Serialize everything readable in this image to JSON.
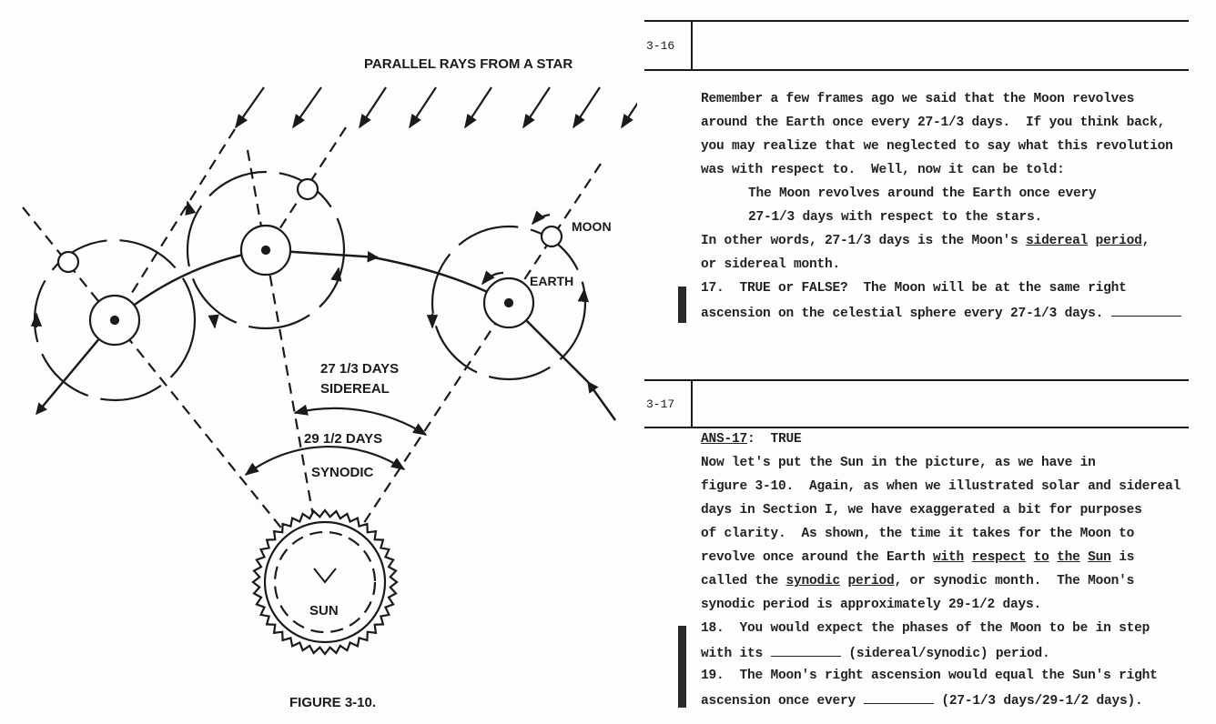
{
  "figure": {
    "title": "PARALLEL RAYS FROM A STAR",
    "moon_label": "MOON",
    "earth_label": "EARTH",
    "sidereal_days": "27 1/3 DAYS",
    "sidereal_label": "SIDEREAL",
    "synodic_days": "29 1/2 DAYS",
    "synodic_label": "SYNODIC",
    "sun_label": "SUN",
    "caption": "FIGURE 3-10."
  },
  "frames": [
    {
      "number": "3-16",
      "lines": [
        {
          "segs": [
            {
              "t": "Remember a few frames ago we said that the Moon revolves"
            }
          ]
        },
        {
          "segs": [
            {
              "t": "around the Earth once every 27-1/3 days.  If you think back,"
            }
          ]
        },
        {
          "segs": [
            {
              "t": "you may realize that we neglected to say what this revolution"
            }
          ]
        },
        {
          "segs": [
            {
              "t": "was with respect to.  Well, now it can be told:"
            }
          ]
        },
        {
          "indent": true,
          "segs": [
            {
              "t": "The Moon revolves around the Earth once every"
            }
          ]
        },
        {
          "indent": true,
          "segs": [
            {
              "t": "27-1/3 days with respect to the stars."
            }
          ]
        },
        {
          "segs": [
            {
              "t": "In other words, 27-1/3 days is the Moon's "
            },
            {
              "t": "sidereal",
              "u": true
            },
            {
              "t": " "
            },
            {
              "t": "period",
              "u": true
            },
            {
              "t": ","
            }
          ]
        },
        {
          "segs": [
            {
              "t": "or sidereal month."
            }
          ]
        },
        {
          "segs": [
            {
              "t": "17.  TRUE or FALSE?  The Moon will be at the same right"
            }
          ]
        },
        {
          "segs": [
            {
              "t": "ascension on the celestial sphere every 27-1/3 days. "
            },
            {
              "blank": 9
            }
          ]
        }
      ]
    },
    {
      "number": "3-17",
      "lines": [
        {
          "segs": [
            {
              "t": "ANS-17",
              "u": true
            },
            {
              "t": ":  TRUE"
            }
          ]
        },
        {
          "segs": [
            {
              "t": "Now let's put the Sun in the picture, as we have in"
            }
          ]
        },
        {
          "segs": [
            {
              "t": "figure 3-10.  Again, as when we illustrated solar and sidereal"
            }
          ]
        },
        {
          "segs": [
            {
              "t": "days in Section I, we have exaggerated a bit for purposes"
            }
          ]
        },
        {
          "segs": [
            {
              "t": "of clarity.  As shown, the time it takes for the Moon to"
            }
          ]
        },
        {
          "segs": [
            {
              "t": "revolve once around the Earth "
            },
            {
              "t": "with",
              "u": true
            },
            {
              "t": " "
            },
            {
              "t": "respect",
              "u": true
            },
            {
              "t": " "
            },
            {
              "t": "to",
              "u": true
            },
            {
              "t": " "
            },
            {
              "t": "the",
              "u": true
            },
            {
              "t": " "
            },
            {
              "t": "Sun",
              "u": true
            },
            {
              "t": " is"
            }
          ]
        },
        {
          "segs": [
            {
              "t": "called the "
            },
            {
              "t": "synodic",
              "u": true
            },
            {
              "t": " "
            },
            {
              "t": "period",
              "u": true
            },
            {
              "t": ", or synodic month.  The Moon's"
            }
          ]
        },
        {
          "segs": [
            {
              "t": "synodic period is approximately 29-1/2 days."
            }
          ]
        },
        {
          "segs": [
            {
              "t": "18.  You would expect the phases of the Moon to be in step"
            }
          ]
        },
        {
          "segs": [
            {
              "t": "with its "
            },
            {
              "blank": 9
            },
            {
              "t": " (sidereal/synodic) period."
            }
          ]
        },
        {
          "segs": [
            {
              "t": "19.  The Moon's right ascension would equal the Sun's right"
            }
          ]
        },
        {
          "segs": [
            {
              "t": "ascension once every "
            },
            {
              "blank": 9
            },
            {
              "t": " (27-1/3 days/29-1/2 days)."
            }
          ]
        }
      ]
    }
  ]
}
